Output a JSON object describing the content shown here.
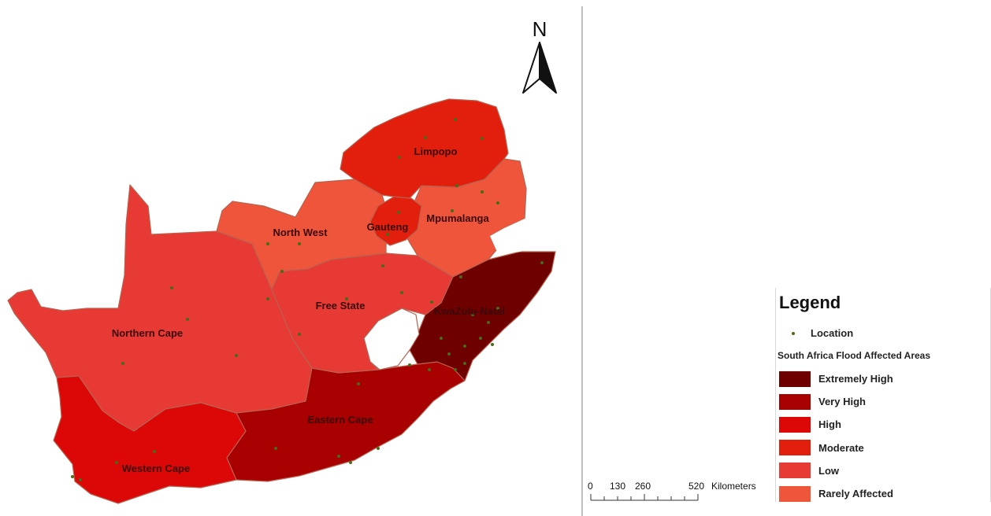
{
  "north_arrow": {
    "letter": "N"
  },
  "provinces": [
    {
      "name": "Limpopo",
      "class": "Moderate"
    },
    {
      "name": "Mpumalanga",
      "class": "Rarely Affected"
    },
    {
      "name": "Gauteng",
      "class": "Moderate"
    },
    {
      "name": "North West",
      "class": "Rarely Affected"
    },
    {
      "name": "Free State",
      "class": "Low"
    },
    {
      "name": "KwaZulu-Natal",
      "class": "Extremely High"
    },
    {
      "name": "Northern Cape",
      "class": "Low"
    },
    {
      "name": "Eastern Cape",
      "class": "Very High"
    },
    {
      "name": "Western Cape",
      "class": "High"
    }
  ],
  "scale_bar": {
    "ticks": [
      "0",
      "130",
      "260",
      "520"
    ],
    "unit": "Kilometers"
  },
  "legend": {
    "title": "Legend",
    "location_label": "Location",
    "subtitle": "South Africa Flood Affected Areas",
    "items": [
      {
        "label": "Extremely High",
        "color": "#6e0000"
      },
      {
        "label": "Very High",
        "color": "#a80000"
      },
      {
        "label": "High",
        "color": "#dc0808"
      },
      {
        "label": "Moderate",
        "color": "#e21f0c"
      },
      {
        "label": "Low",
        "color": "#e83a34"
      },
      {
        "label": "Rarely Affected",
        "color": "#ef553a"
      }
    ]
  },
  "colors": {
    "location_dot": "#4a6a1a",
    "border": "#b8614f"
  }
}
